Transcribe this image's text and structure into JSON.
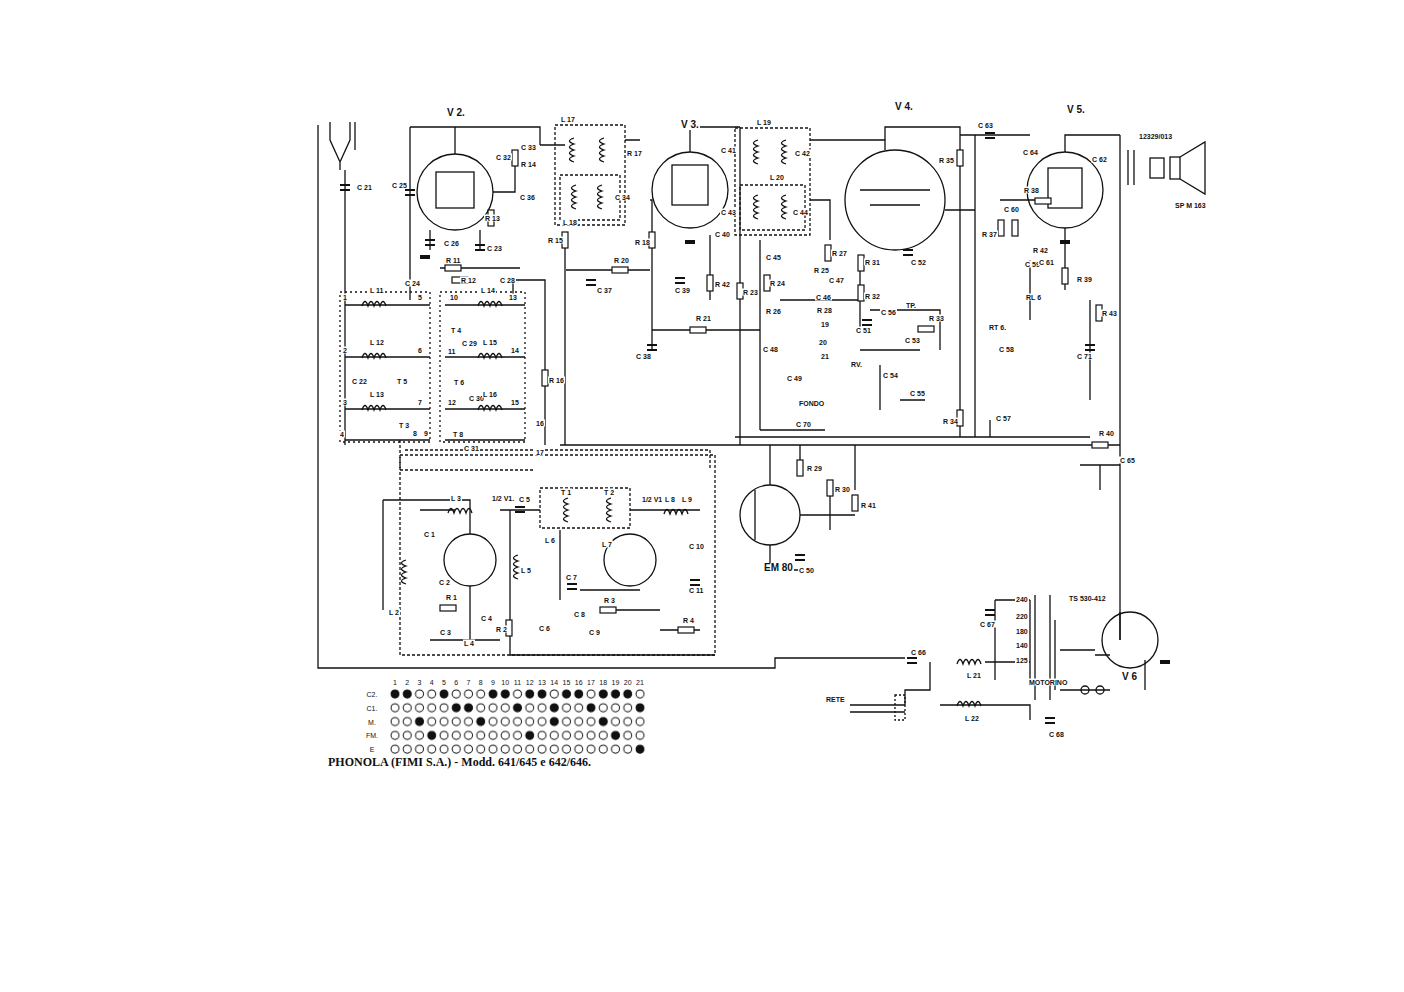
{
  "diagram": {
    "caption": "PHONOLA (FIMI S.A.) - Modd. 641/645 e 642/646.",
    "labels": [
      "V 2.",
      "C 21",
      "C 25",
      "C 26",
      "C 23",
      "R 13",
      "C 32",
      "R 14",
      "C 33",
      "L 17",
      "C 36",
      "L 18",
      "C 34",
      "R 17",
      "R 15",
      "R 11",
      "R 12",
      "C 24",
      "C 28",
      "1",
      "L 11",
      "5",
      "10",
      "L 14",
      "13",
      "T 4",
      "C 29",
      "2",
      "L 12",
      "6",
      "C 22",
      "T 5",
      "11",
      "L 15",
      "14",
      "T 6",
      "C 30",
      "3",
      "L 13",
      "7",
      "12",
      "L 16",
      "15",
      "4",
      "T 3",
      "8",
      "9",
      "T 8",
      "C 31",
      "R 16",
      "16",
      "17",
      "R 20",
      "C 37",
      "V 3.",
      "C 41",
      "L 19",
      "C 42",
      "R 18",
      "C 39",
      "R 42",
      "R 23",
      "R 24",
      "C 40",
      "C 43",
      "C 44",
      "L 20",
      "C 45",
      "R 27",
      "R 25",
      "C 47",
      "R 31",
      "R 32",
      "C 51",
      "C 52",
      "C 46",
      "R 28",
      "R 26",
      "C 48",
      "C 49",
      "C 70",
      "FONDO",
      "19",
      "20",
      "21",
      "R 21",
      "C 38",
      "TP.",
      "C 56",
      "R 33",
      "C 53",
      "RV.",
      "C 54",
      "C 55",
      "V 4.",
      "R 35",
      "C 63",
      "C 64",
      "R 37",
      "C 60",
      "R 38",
      "C 59",
      "RL 6",
      "RT 6.",
      "C 58",
      "R 34",
      "C 57",
      "V 5.",
      "R 42",
      "C 61",
      "R 39",
      "R 43",
      "C 71",
      "12329/013",
      "C 62",
      "SP M 163",
      "R 40",
      "C 65",
      "EM 80",
      "R 29",
      "R 30",
      "R 41",
      "C 50",
      "L 3",
      "1/2 V1.",
      "C 5",
      "T 1",
      "T 2",
      "1/2 V1",
      "L 8",
      "L 9",
      "L 6",
      "L 7",
      "C 1",
      "C 2",
      "R 1",
      "C 3",
      "C 4",
      "L 4",
      "L 2",
      "L 5",
      "C 7",
      "C 8",
      "C 9",
      "R 3",
      "R 2",
      "C 6",
      "C 10",
      "C 11",
      "R 4",
      "240",
      "220",
      "180",
      "140",
      "125",
      "TS 530-412",
      "C 67",
      "C 66",
      "L 21",
      "MOTORINO",
      "L 22",
      "C 68",
      "RETE",
      "V 6",
      "1",
      "2",
      "3",
      "4",
      "5",
      "6",
      "7",
      "8",
      "9",
      "10",
      "11",
      "12",
      "13",
      "14",
      "15",
      "16",
      "17",
      "18",
      "19",
      "20",
      "21",
      "C2.",
      "C1.",
      "M.",
      "FM.",
      "E"
    ]
  }
}
